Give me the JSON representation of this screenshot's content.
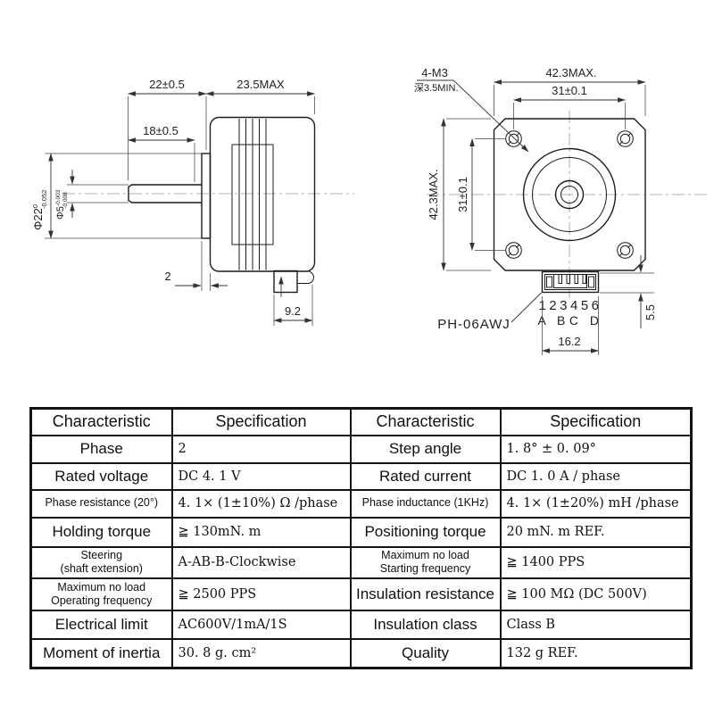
{
  "side_view": {
    "dim_front_length": "22±0.5",
    "dim_body_length": "23.5MAX",
    "dim_shaft_length": "18±0.5",
    "boss_dia": {
      "main": "Φ22",
      "tol_top": "0",
      "tol_bot": "-0.052"
    },
    "shaft_dia": {
      "main": "Φ5",
      "tol_top": "-0.003",
      "tol_bot": "-0.008"
    },
    "dim_flange_thickness": "2",
    "dim_connector_offset": "9.2"
  },
  "front_view": {
    "thread_label": "4-M3",
    "thread_depth": "深3.5MIN.",
    "dim_width": "42.3MAX.",
    "dim_hole_spacing_h": "31±0.1",
    "dim_height": "42.3MAX.",
    "dim_hole_spacing_v": "31±0.1",
    "connector_label": "PH-06AWJ",
    "pin_numbers": "123456",
    "pin_letters": "A BC D",
    "dim_connector_width": "16.2",
    "dim_connector_height": "5.5"
  },
  "table": {
    "headers": [
      "Characteristic",
      "Specification",
      "Characteristic",
      "Specification"
    ],
    "rows": [
      {
        "c1": "Phase",
        "v1": "2",
        "c2": "Step angle",
        "v2": "1. 8°  ± 0. 09°"
      },
      {
        "c1": "Rated voltage",
        "v1": "DC 4. 1 V",
        "c2": "Rated current",
        "v2": "DC  1. 0 A / phase"
      },
      {
        "c1": "Phase resistance (20°)",
        "v1": "4. 1× (1±10%) Ω /phase",
        "c2": "Phase inductance (1KHz)",
        "v2": "4. 1× (1±20%) mH /phase"
      },
      {
        "c1": "Holding torque",
        "v1": "≧ 130mN. m",
        "c2": "Positioning torque",
        "v2": "20 mN. m  REF."
      },
      {
        "c1": "Steering",
        "c1b": "(shaft extension)",
        "v1": "A-AB-B-Clockwise",
        "c2": "Maximum no load",
        "c2b": "Starting frequency",
        "v2": "≧ 1400 PPS"
      },
      {
        "c1": "Maximum no load",
        "c1b": "Operating frequency",
        "v1": "≧ 2500 PPS",
        "c2": "Insulation resistance",
        "v2": "≧ 100 MΩ (DC 500V)"
      },
      {
        "c1": "Electrical limit",
        "v1": "AC600V/1mA/1S",
        "c2": "Insulation class",
        "v2": "Class B"
      },
      {
        "c1": "Moment of inertia",
        "v1": "30. 8 g. cm²",
        "c2": "Quality",
        "v2": "132 g  REF."
      }
    ]
  }
}
